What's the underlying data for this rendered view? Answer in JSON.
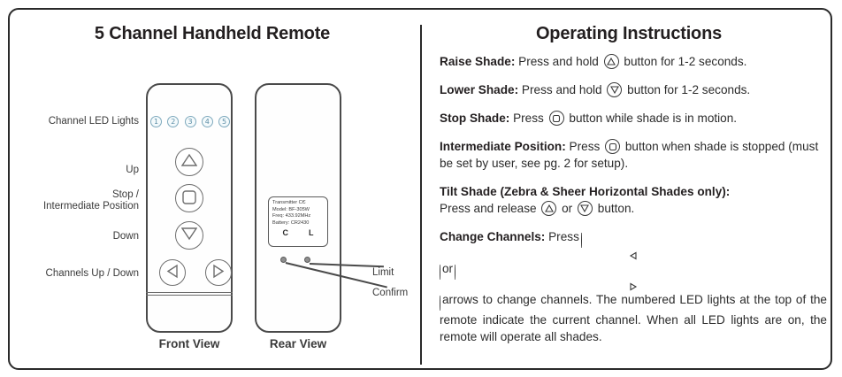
{
  "left_panel": {
    "title": "5 Channel Handheld Remote",
    "callouts": {
      "leds": "Channel LED Lights",
      "up": "Up",
      "stop_line1": "Stop /",
      "stop_line2": "Intermediate Position",
      "down": "Down",
      "channels": "Channels Up / Down"
    },
    "led_numbers": [
      "1",
      "2",
      "3",
      "4",
      "5"
    ],
    "led_color": "#7ea9bd",
    "remote_front": {
      "caption": "Front View",
      "buttons": [
        "up-triangle",
        "stop-square",
        "down-triangle",
        "channel-left-arrow",
        "channel-right-arrow"
      ]
    },
    "remote_rear": {
      "caption": "Rear View",
      "sticker": {
        "line1": "Transmitter  CЄ",
        "line2": "Model: BF-305W",
        "line3": "Freq: 433.92MHz",
        "line4": "Battery: CR2430",
        "port_c": "C",
        "port_l": "L"
      },
      "leaders": {
        "limit": "Limit",
        "confirm": "Confirm"
      }
    }
  },
  "right_panel": {
    "title": "Operating Instructions",
    "instructions": [
      {
        "heading": "Raise Shade:",
        "text_before": " Press and hold ",
        "icon": "up-triangle-button",
        "text_after": " button for 1-2 seconds."
      },
      {
        "heading": "Lower Shade:",
        "text_before": " Press and hold ",
        "icon": "down-triangle-button",
        "text_after": " button for 1-2 seconds."
      },
      {
        "heading": "Stop Shade:",
        "text_before": " Press ",
        "icon": "stop-square-button",
        "text_after": " button while shade is in motion."
      },
      {
        "heading": "Intermediate Position:",
        "text_before": "  Press ",
        "icon": "stop-square-button",
        "text_after": " button when shade is stopped (must be set by user, see pg. 2 for setup)."
      },
      {
        "heading": "Tilt Shade (Zebra & Sheer Horizontal Shades only):",
        "text_before": "",
        "icon": "",
        "text_after": ""
      },
      {
        "heading": "Change Channels:",
        "text_before": " Press ",
        "icon": "channel-left-arrow-button",
        "text_after": " arrows to change channels. The numbered LED lights at the top of the remote indicate the current channel. When all LED lights are on, the remote will operate all shades."
      }
    ],
    "tilt_line": {
      "text_before": "Press and release ",
      "or": " or ",
      "text_after": " button."
    },
    "change_or": " or "
  }
}
